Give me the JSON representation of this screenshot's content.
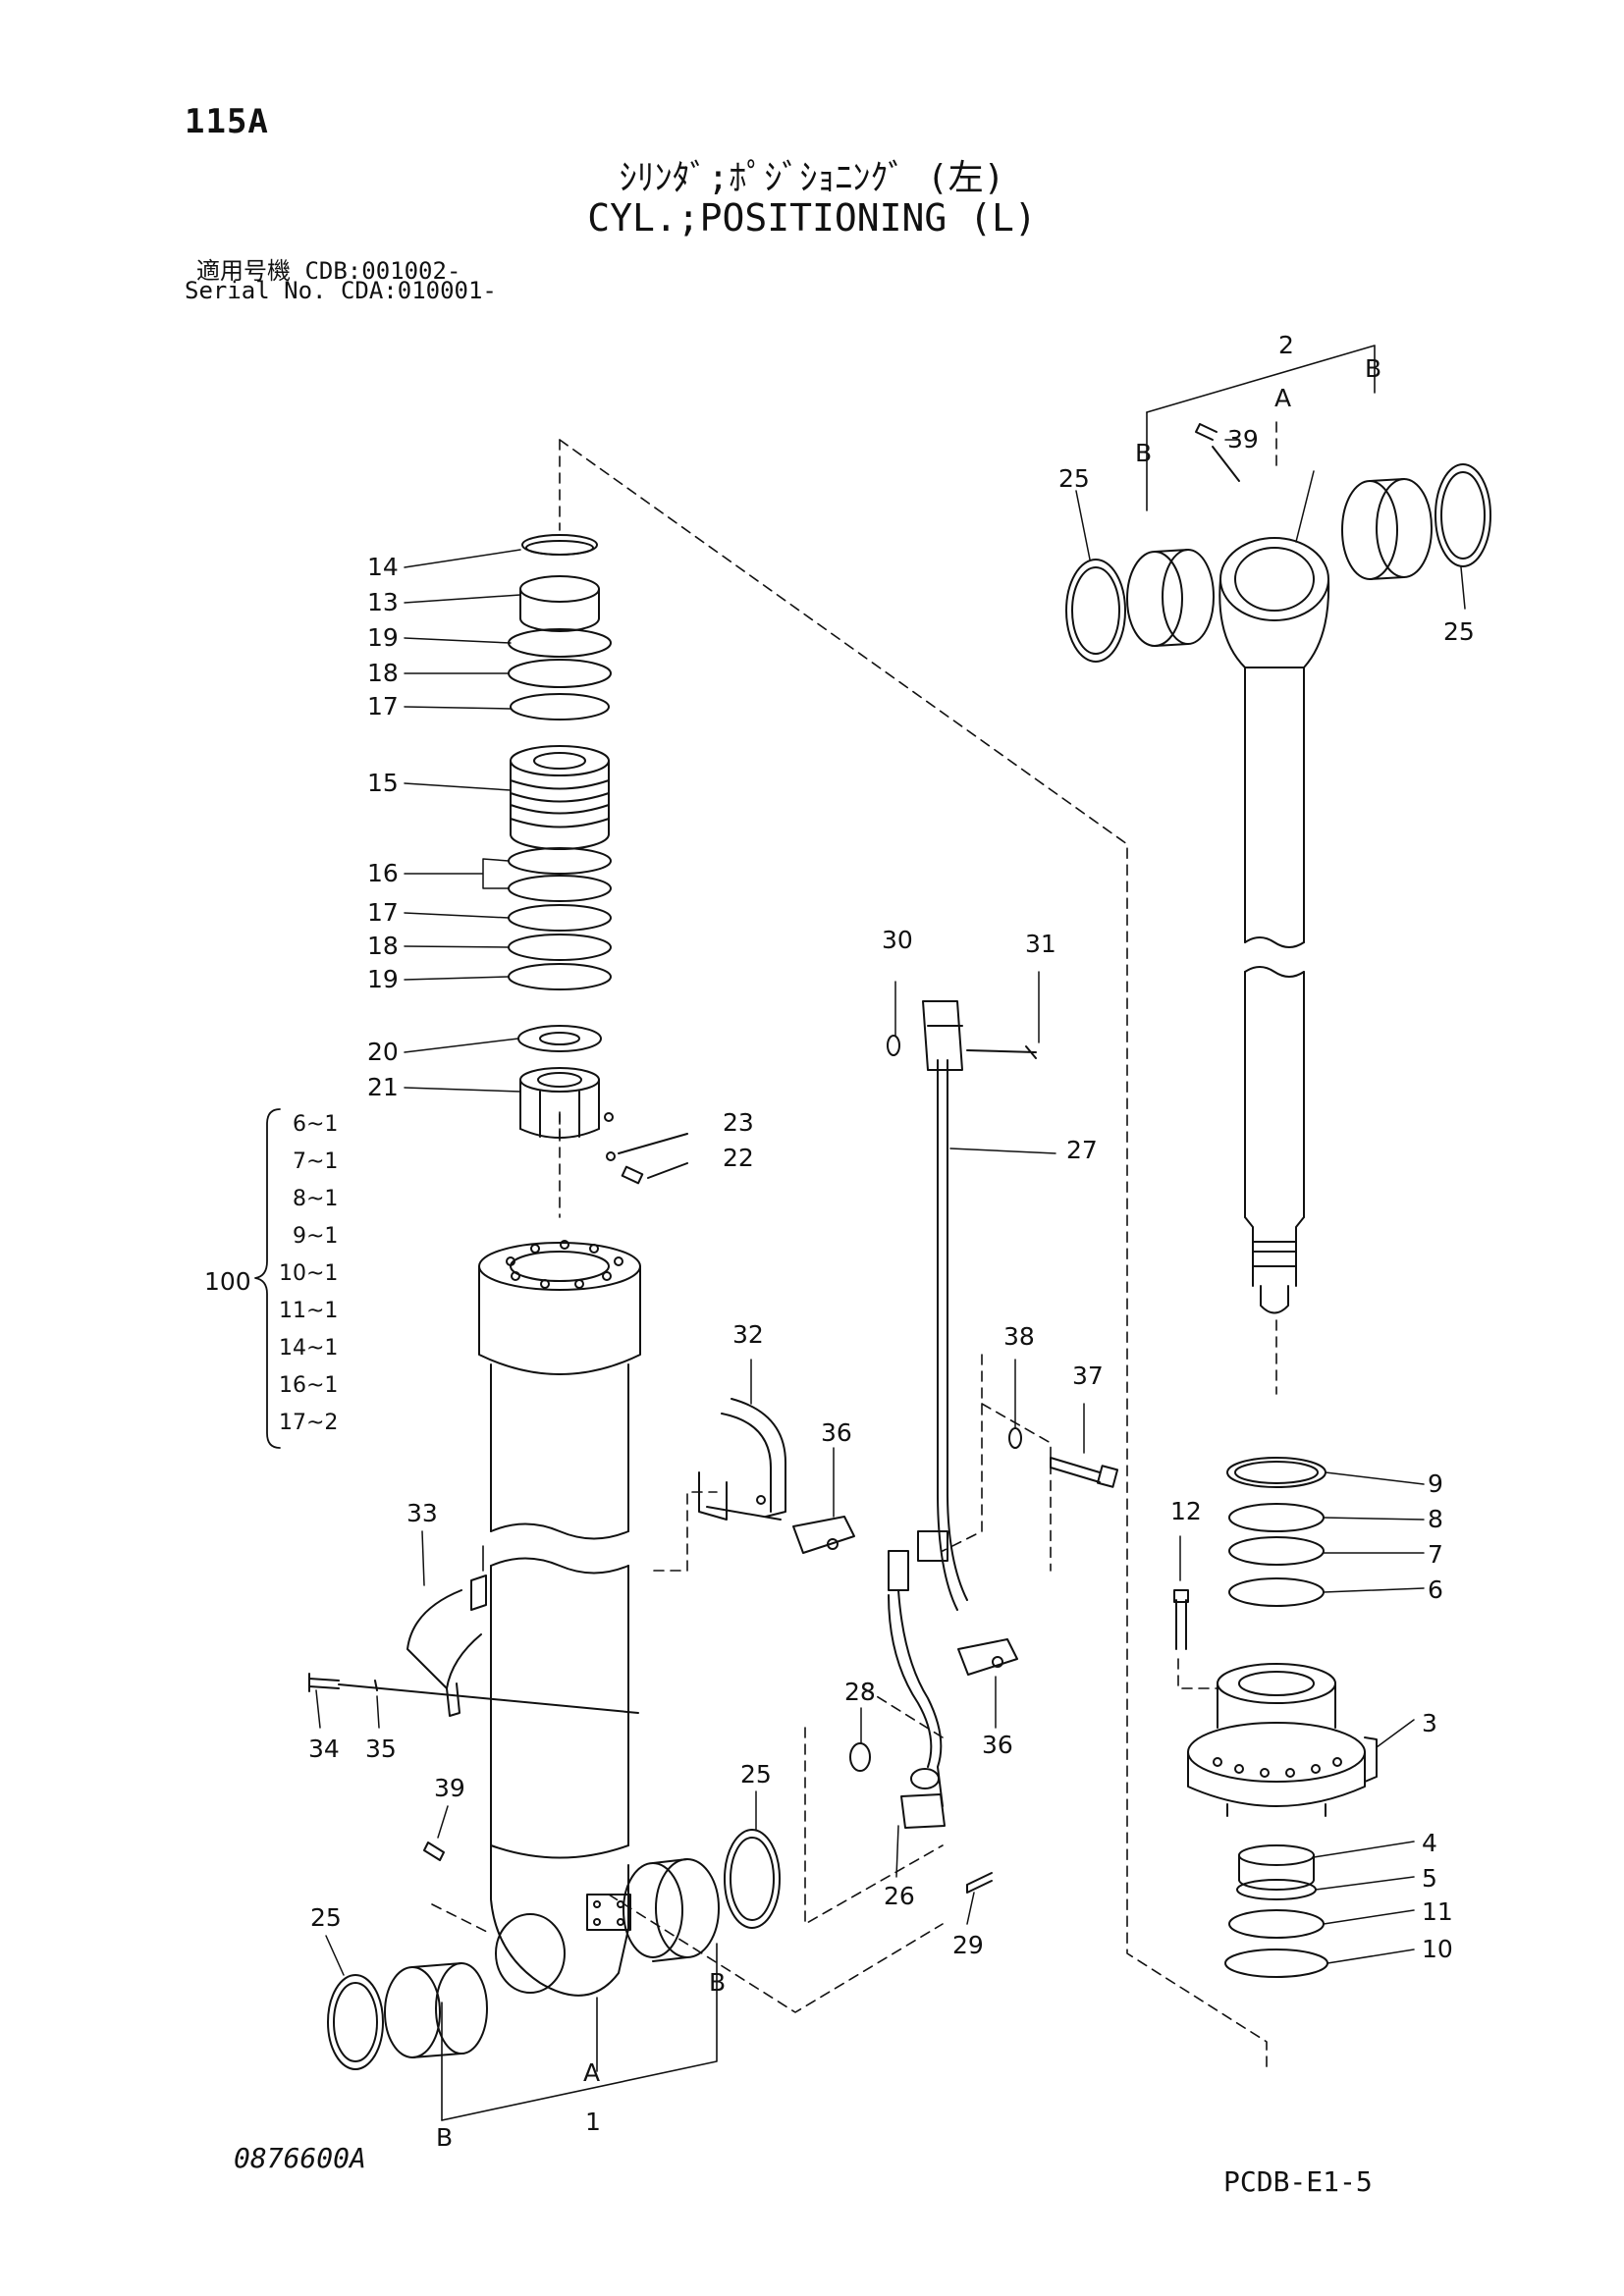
{
  "header": {
    "page_number": "115A",
    "title_jp": "ｼﾘﾝﾀﾞ;ﾎﾟｼﾞｼｮﾆﾝｸﾞ (左)",
    "title_en": "CYL.;POSITIONING (L)",
    "serial_line_1": "適用号機  CDB:001002-",
    "serial_line_2": "Serial No. CDA:010001-"
  },
  "footer": {
    "drawing_code": "0876600A",
    "sheet_code": "PCDB-E1-5"
  },
  "callouts": {
    "c14": "14",
    "c13": "13",
    "c19a": "19",
    "c18a": "18",
    "c17a": "17",
    "c15": "15",
    "c16": "16",
    "c17b": "17",
    "c18b": "18",
    "c19b": "19",
    "c20": "20",
    "c21": "21",
    "c23": "23",
    "c22": "22",
    "c30": "30",
    "c31": "31",
    "c27": "27",
    "c32": "32",
    "c36a": "36",
    "c38": "38",
    "c37": "37",
    "c33": "33",
    "c34": "34",
    "c35": "35",
    "c39a": "39",
    "c28": "28",
    "c25a": "25",
    "c36b": "36",
    "c26": "26",
    "c29": "29",
    "c25b": "25",
    "cA1": "A",
    "c1": "1",
    "cB1": "B",
    "cB2": "B",
    "c2": "2",
    "cA2": "A",
    "cB3": "B",
    "cB4": "B",
    "c39b": "39",
    "c25c": "25",
    "c25d": "25",
    "c9": "9",
    "c8": "8",
    "c7": "7",
    "c6": "6",
    "c12": "12",
    "c3": "3",
    "c4": "4",
    "c5": "5",
    "c11": "11",
    "c10": "10"
  },
  "bracket_100": {
    "label": "100",
    "items": [
      "6~1",
      "7~1",
      "8~1",
      "9~1",
      "10~1",
      "11~1",
      "14~1",
      "16~1",
      "17~2"
    ]
  }
}
